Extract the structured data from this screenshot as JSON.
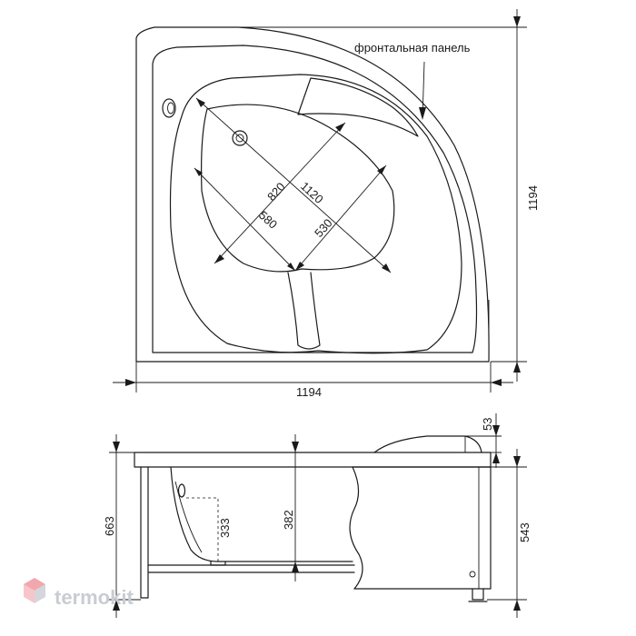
{
  "top_view": {
    "annotation": "фронтальная панель",
    "dim_width": "1194",
    "dim_height": "1194",
    "dim_820": "820",
    "dim_1120": "1120",
    "dim_580": "580",
    "dim_530": "530"
  },
  "side_view": {
    "dim_total_height": "663",
    "dim_333": "333",
    "dim_382": "382",
    "dim_53": "53",
    "dim_543": "543"
  },
  "watermark": {
    "brand": "termokit",
    "logo_color": "#e85c6a",
    "text_color": "#c9ccd3"
  }
}
